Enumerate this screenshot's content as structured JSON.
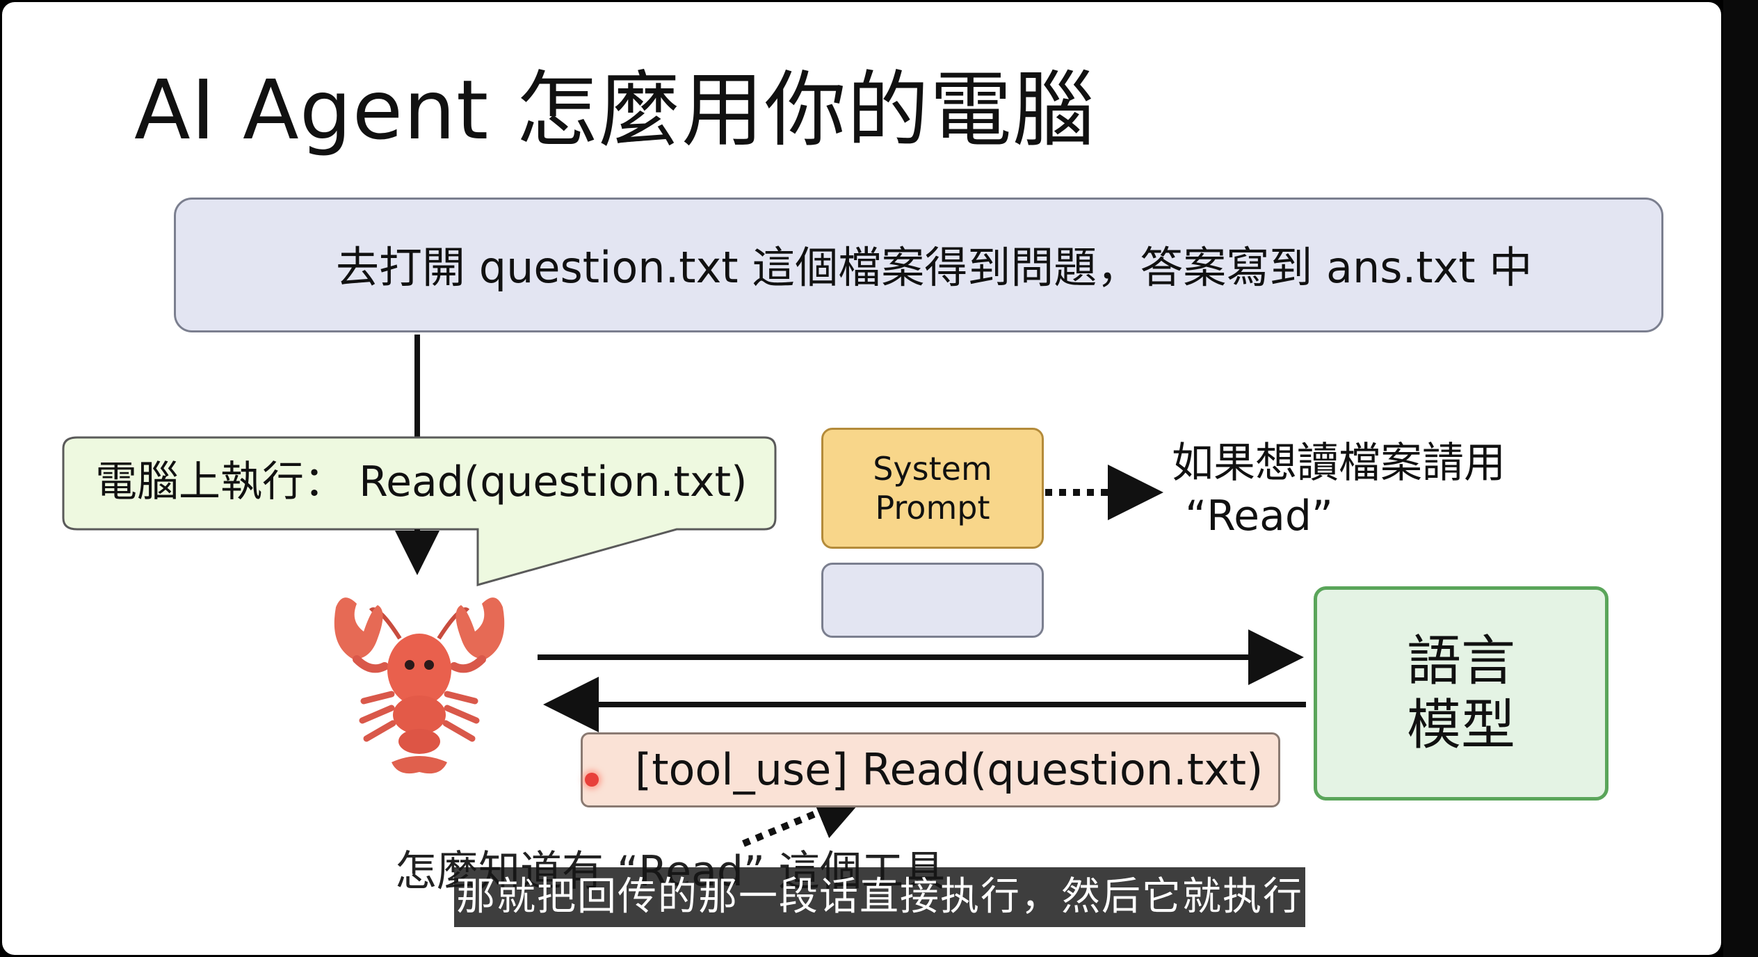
{
  "slide": {
    "title": "AI Agent 怎麼用你的電腦",
    "task_instruction": "去打開 question.txt 這個檔案得到問題，答案寫到 ans.txt 中",
    "execute_bubble": "電腦上執行： Read(question.txt)",
    "system_prompt": "System\nPrompt",
    "hint": "如果想讀檔案請用\n “Read”",
    "language_model": "語言\n模型",
    "tool_use": "[tool_use] Read(question.txt)",
    "question": "怎麼知道有 “Read” 這個工具"
  },
  "agent_icon": "lobster-icon",
  "subtitle": "那就把回传的那一段话直接执行，然后它就执行",
  "colors": {
    "task_box_fill": "#e3e5f2",
    "exec_bubble_fill": "#eef9e0",
    "system_prompt_fill": "#f8d68a",
    "language_model_fill": "#e4f3e4",
    "language_model_border": "#5aa55a",
    "tool_use_fill": "#fae2d6",
    "lobster": "#e8604a"
  }
}
